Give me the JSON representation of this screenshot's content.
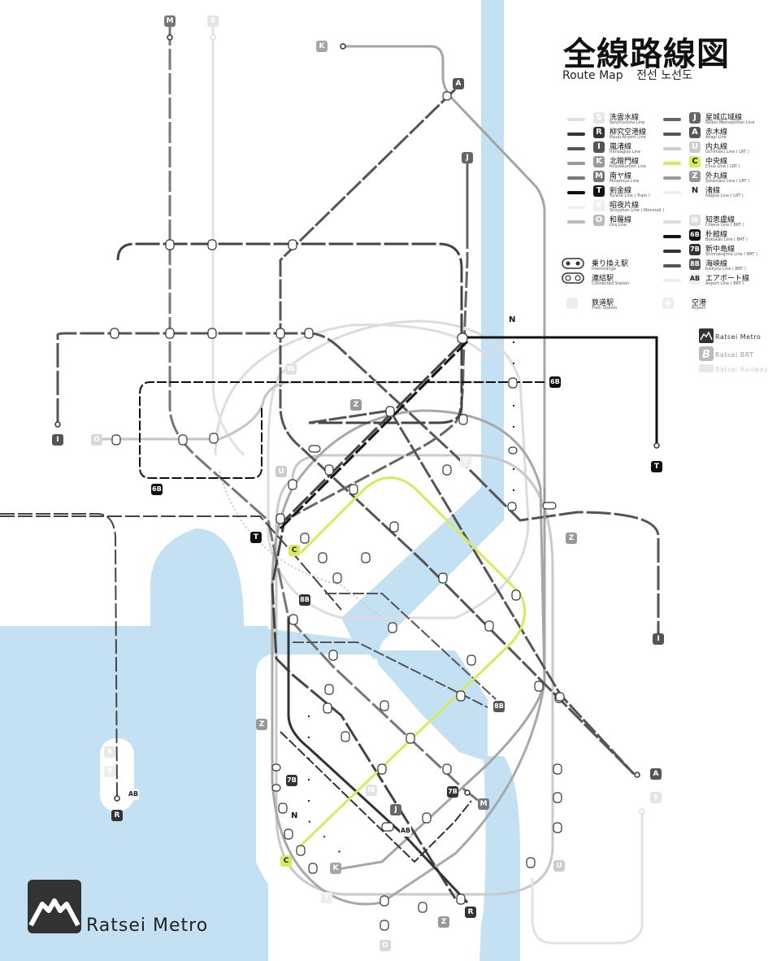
{
  "header": {
    "title": "全線路線図",
    "subtitle_en": "Route Map",
    "subtitle_ko": "전선 노선도"
  },
  "colors": {
    "water": "#c4e1f4",
    "land": "#f2f2f2",
    "black": "#222222",
    "dark": "#444444",
    "mid": "#666666",
    "gray": "#8a8a8a",
    "light": "#b7b7b7",
    "pale": "#d6d6d6",
    "chuo": "#d8ea5c"
  },
  "legend": {
    "left": [
      {
        "code": "S",
        "name": "洗雲水線",
        "sub": "Senjinsuisha Line",
        "color": "#dddddd"
      },
      {
        "code": "R",
        "name": "柳究空港線",
        "sub": "Ryuqi-Airport Line",
        "color": "#333333"
      },
      {
        "code": "I",
        "name": "嵐渚線",
        "sub": "Iranaagisa Line",
        "color": "#555555"
      },
      {
        "code": "K",
        "name": "北贈門線",
        "sub": "Kitadakumon Line",
        "color": "#999999"
      },
      {
        "code": "M",
        "name": "南ヤ線",
        "sub": "Minamiya Line",
        "color": "#777777"
      },
      {
        "code": "T",
        "name": "剣金線",
        "sub": "Turane Line ( Tram )",
        "color": "#111111"
      },
      {
        "code": "Y",
        "name": "昭夜片線",
        "sub": "Shoyahen Line ( Monorail )",
        "color": "#eeeeee"
      },
      {
        "code": "O",
        "name": "和羅線",
        "sub": "Ora Line",
        "color": "#bbbbbb"
      }
    ],
    "right": [
      {
        "code": "J",
        "name": "星城広域線",
        "sub": "Seijou Metropolitan Line",
        "color": "#666666"
      },
      {
        "code": "A",
        "name": "赤木線",
        "sub": "Akagi Line",
        "color": "#555555"
      },
      {
        "code": "U",
        "name": "内丸線",
        "sub": "Uchimaru Line ( LRT )",
        "color": "#cccccc"
      },
      {
        "code": "C",
        "name": "中央線",
        "sub": "Chuo Line ( LRT )",
        "color": "#d8ea5c"
      },
      {
        "code": "Z",
        "name": "外丸線",
        "sub": "Sotomaru Line ( LRT )",
        "color": "#999999"
      },
      {
        "code": "N",
        "name": "渚線",
        "sub": "Nagisa Line ( LRT )",
        "color": "#ffffff"
      },
      {
        "code": "IB",
        "name": "知恵盧線",
        "sub": "Chieno Line ( BRT )",
        "color": "#dddddd"
      },
      {
        "code": "6B",
        "name": "朴館線",
        "sub": "Bokukan Line ( BRT )",
        "color": "#111111"
      },
      {
        "code": "7B",
        "name": "新中島線",
        "sub": "Shinnakajima Line ( BRT )",
        "color": "#333333"
      },
      {
        "code": "8B",
        "name": "海峡線",
        "sub": "Kaikyou Line ( BRT )",
        "color": "#555555"
      },
      {
        "code": "AB",
        "name": "エアポート線",
        "sub": "Airport Line ( BRT )",
        "color": "#eeeeee"
      }
    ],
    "symbols": {
      "interchange": "乗り換え駅",
      "interchange_sub": "Interchange",
      "connected": "連結駅",
      "connected_sub": "Connected Station",
      "train_station": "鉄道駅",
      "train_station_sub": "Train Station",
      "airport": "空港",
      "airport_sub": "Airport",
      "train_station_icon": "train-icon",
      "airport_icon": "airplane-icon"
    },
    "brands": {
      "metro": "Ratsei Metro",
      "brt": "Ratsei BRT",
      "rail": "Ratsei Railway"
    }
  },
  "brand": {
    "name": "Ratsei Metro",
    "logo_icon": "mountain-logo-icon"
  },
  "terminal_labels": {
    "M_top": "M",
    "S_top": "S",
    "K_top": "K",
    "A_top": "A",
    "J_top": "J",
    "N_top": "N",
    "I_left": "I",
    "O_left": "O",
    "6B_left": "6B",
    "U_mid": "U",
    "Z_mid": "Z",
    "IB_mid": "IB",
    "Y_mid": "Y",
    "T_mid": "T",
    "C_mid": "C",
    "6B_right": "6B",
    "T_right": "T",
    "Z_right": "Z",
    "I_right": "I",
    "8B_mid": "8B",
    "8B_low": "8B",
    "Z_low": "Z",
    "7B_low": "7B",
    "N_low": "N",
    "7B_right": "7B",
    "J_low": "J",
    "AB_low": "AB",
    "M_low": "M",
    "IB_low": "IB",
    "A_right": "A",
    "S_right": "S",
    "C_low": "C",
    "K_low": "K",
    "U_low": "U",
    "Y_low": "Y",
    "Z_bottom": "Z",
    "R_bottom": "R",
    "O_bottom": "O",
    "R_left": "R",
    "AB_left": "AB",
    "S_left": "S",
    "Y_left": "Y"
  }
}
